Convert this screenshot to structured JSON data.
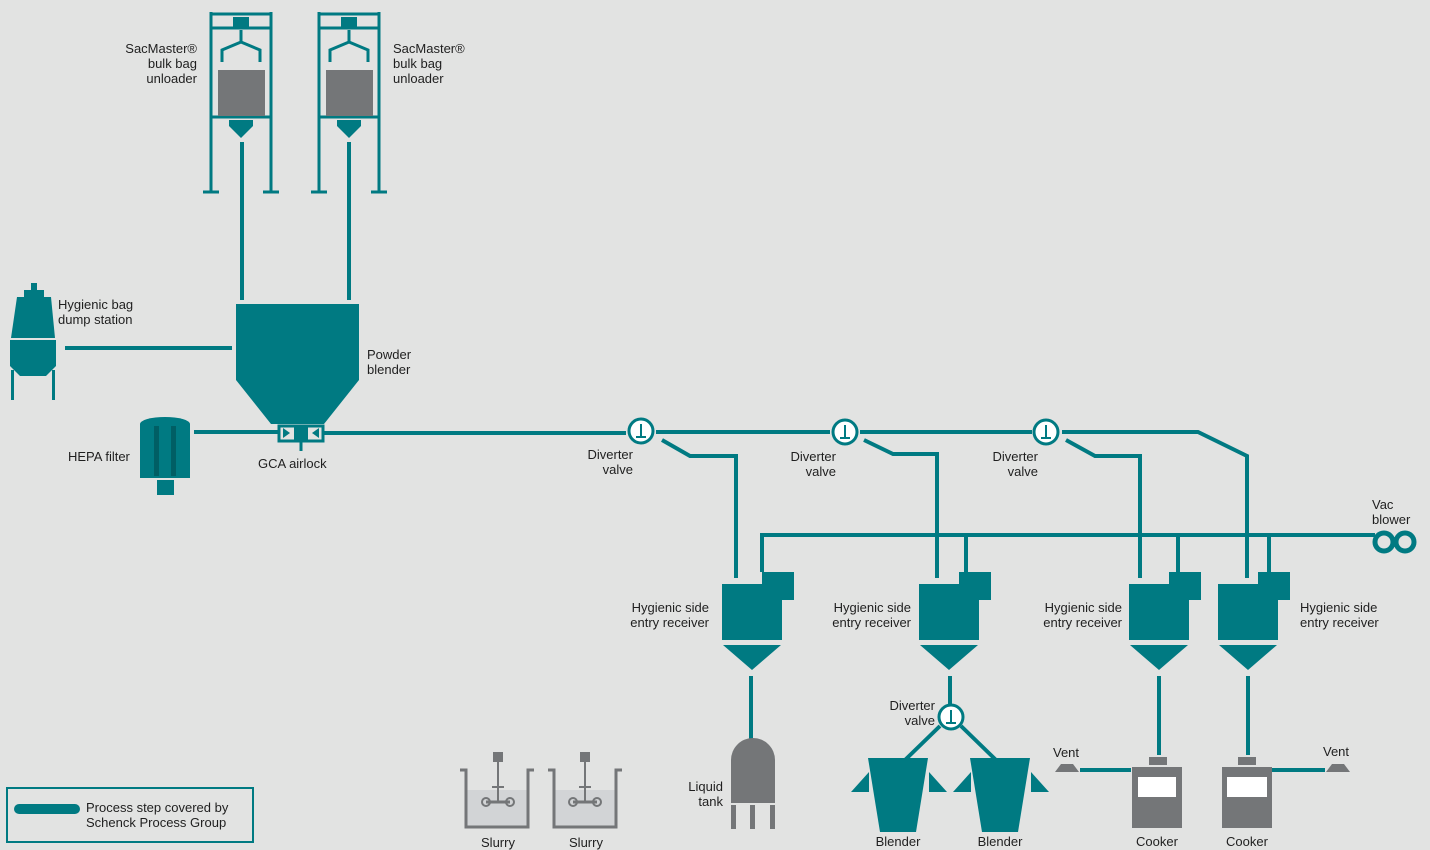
{
  "colors": {
    "teal": "#007a82",
    "grey": "#747678",
    "background": "#e2e3e2",
    "text": "#1f1f1f"
  },
  "labels": {
    "sacmaster_1": [
      "SacMaster®",
      "bulk bag",
      "unloader"
    ],
    "sacmaster_2": [
      "SacMaster®",
      "bulk bag",
      "unloader"
    ],
    "dump_station": [
      "Hygienic bag",
      "dump station"
    ],
    "powder_blender": [
      "Powder",
      "blender"
    ],
    "hepa_filter": "HEPA filter",
    "gca_airlock": "GCA airlock",
    "diverter_1": [
      "Diverter",
      "valve"
    ],
    "diverter_2": [
      "Diverter",
      "valve"
    ],
    "diverter_3": [
      "Diverter",
      "valve"
    ],
    "diverter_4": [
      "Diverter",
      "valve"
    ],
    "vac_blower": [
      "Vac",
      "blower"
    ],
    "receiver_1": [
      "Hygienic side",
      "entry receiver"
    ],
    "receiver_2": [
      "Hygienic side",
      "entry receiver"
    ],
    "receiver_3": [
      "Hygienic side",
      "entry receiver"
    ],
    "receiver_4": [
      "Hygienic side",
      "entry receiver"
    ],
    "liquid_tank": [
      "Liquid",
      "tank"
    ],
    "vent_1": "Vent",
    "vent_2": "Vent",
    "blender_1": "Blender",
    "blender_2": "Blender",
    "cooker_1": "Cooker",
    "cooker_2": "Cooker",
    "slurry_1": "Slurry",
    "slurry_2": "Slurry"
  },
  "legend": {
    "text": [
      "Process step covered by",
      "Schenck Process Group"
    ]
  }
}
